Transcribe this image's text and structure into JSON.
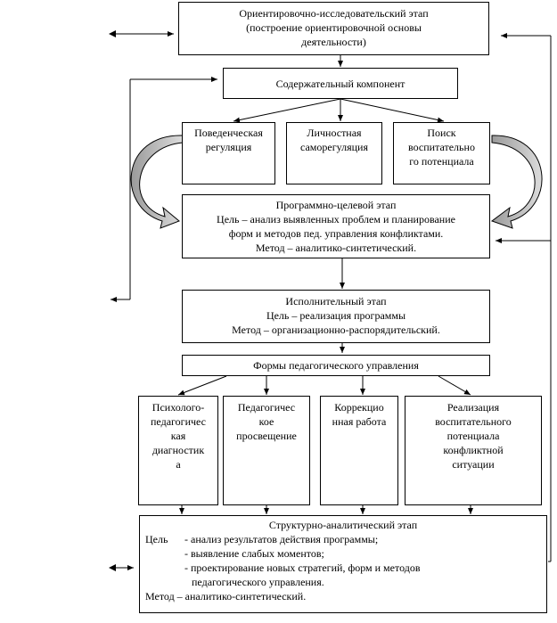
{
  "stages": {
    "orientation": {
      "lines": [
        "Ориентировочно-исследовательский этап",
        "(построение ориентировочной основы",
        "деятельности)"
      ]
    },
    "content_component": {
      "label": "Содержательный компонент"
    },
    "components": [
      {
        "lines": [
          "Поведенческая",
          "регуляция"
        ]
      },
      {
        "lines": [
          "Личностная",
          "саморегуляция"
        ]
      },
      {
        "lines": [
          "Поиск",
          "воспитательно",
          "го потенциала"
        ]
      }
    ],
    "program": {
      "lines": [
        "Программно-целевой этап",
        "Цель – анализ выявленных проблем и планирование",
        "форм и методов пед. управления конфликтами.",
        "Метод – аналитико-синтетический."
      ]
    },
    "executive": {
      "lines": [
        "Исполнительный этап",
        "Цель – реализация программы",
        "Метод – организационно-распорядительский."
      ]
    },
    "forms": {
      "label": "Формы педагогического управления"
    },
    "form_items": [
      {
        "lines": [
          "Психолого-",
          "педагогичес",
          "кая",
          "диагностик",
          "а"
        ]
      },
      {
        "lines": [
          "Педагогичес",
          "кое",
          "просвещение"
        ]
      },
      {
        "lines": [
          "Коррекцио",
          "нная работа"
        ]
      },
      {
        "lines": [
          "Реализация",
          "воспитательного",
          "потенциала",
          "конфликтной",
          "ситуации"
        ]
      }
    ],
    "analysis": {
      "title": "Структурно-аналитический этап",
      "goal_label": "Цель",
      "goal_items": [
        "- анализ результатов действия программы;",
        "- выявление слабых моментов;",
        "- проектирование новых стратегий, форм и методов"
      ],
      "goal_continuation": "педагогического управления.",
      "method": "Метод – аналитико-синтетический."
    }
  }
}
